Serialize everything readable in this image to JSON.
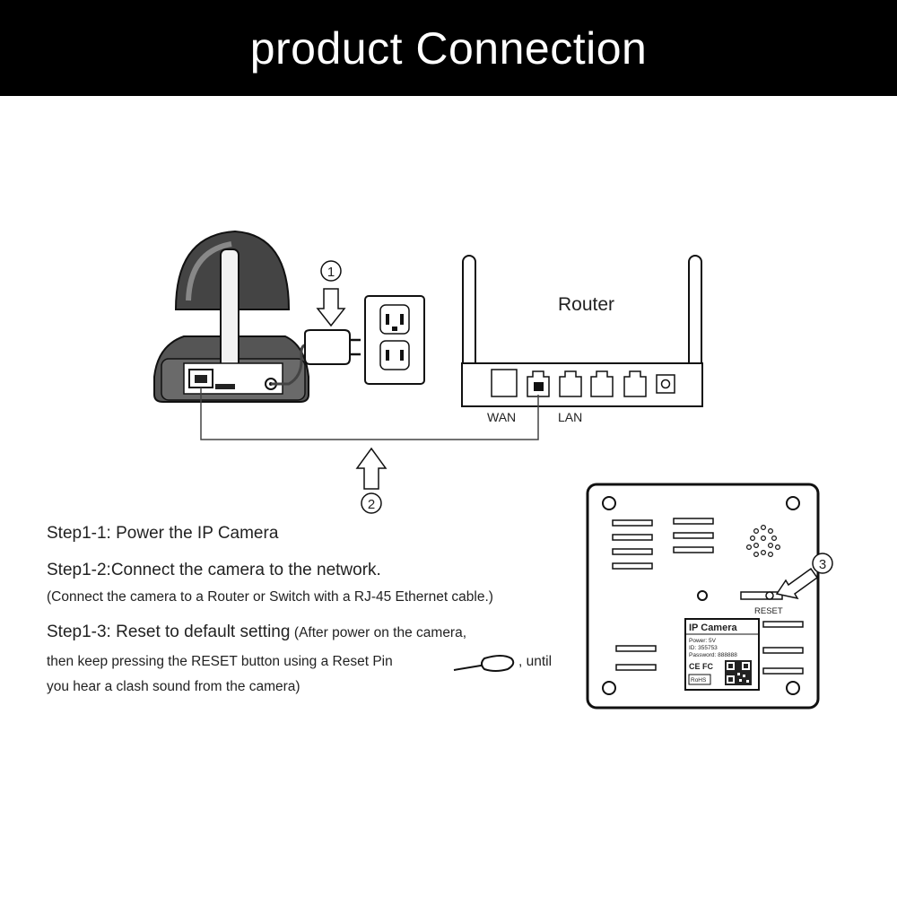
{
  "header": {
    "title": "product Connection"
  },
  "router": {
    "label": "Router",
    "wan_label": "WAN",
    "lan_label": "LAN"
  },
  "markers": {
    "step1": "1",
    "step2": "2",
    "step3": "3"
  },
  "steps": {
    "s1_1": "Step1-1: Power the IP Camera",
    "s1_2": "Step1-2:Connect the camera to the network.",
    "s1_2_note": "(Connect the camera to a Router or Switch with a RJ-45 Ethernet cable.)",
    "s1_3_head": "Step1-3: Reset to default setting",
    "s1_3_note_a": "(After power on the camera,",
    "s1_3_line2_a": "then keep pressing  the RESET button using a Reset Pin",
    "s1_3_line2_b": ", until",
    "s1_3_line3": "you hear a clash sound from the camera)"
  },
  "camera_bottom": {
    "reset_label": "RESET",
    "sticker": {
      "title": "IP Camera",
      "power": "Power: 5V",
      "id": "ID:  355753",
      "password": "Password: 888888",
      "certs": "CE FC",
      "rohs": "RoHS"
    }
  }
}
